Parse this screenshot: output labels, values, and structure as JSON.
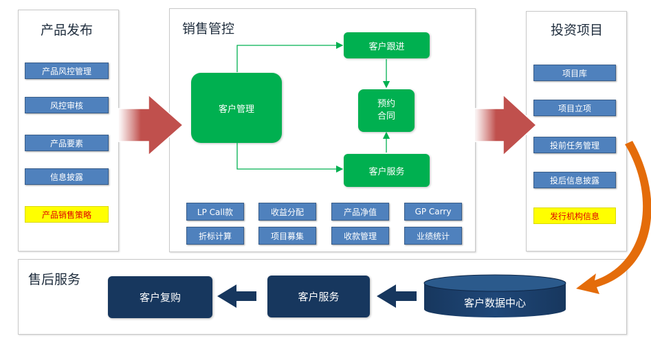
{
  "product_release": {
    "title": "产品发布",
    "items": [
      "产品风控管理",
      "风控审核",
      "产品要素",
      "信息披露"
    ],
    "highlight": "产品销售策略"
  },
  "sales_control": {
    "title": "销售管控",
    "customer_management": "客户管理",
    "customer_followup": "客户跟进",
    "appointment_line1": "预约",
    "appointment_line2": "合同",
    "customer_service": "客户服务",
    "row1": [
      "LP Call款",
      "收益分配",
      "产品净值",
      "GP Carry"
    ],
    "row2": [
      "折标计算",
      "项目募集",
      "收款管理",
      "业绩统计"
    ]
  },
  "investment_projects": {
    "title": "投资项目",
    "items": [
      "项目库",
      "项目立项",
      "投前任务管理",
      "投后信息披露"
    ],
    "highlight": "发行机构信息"
  },
  "after_sales": {
    "title": "售后服务",
    "repurchase": "客户复购",
    "service": "客户服务",
    "data_center": "客户数据中心"
  },
  "colors": {
    "blue": "#4f81bd",
    "green": "#00b050",
    "navy": "#17375e",
    "red_arrow": "#c0504d",
    "orange_arrow": "#e46c0a",
    "yellow": "#ffff00"
  }
}
